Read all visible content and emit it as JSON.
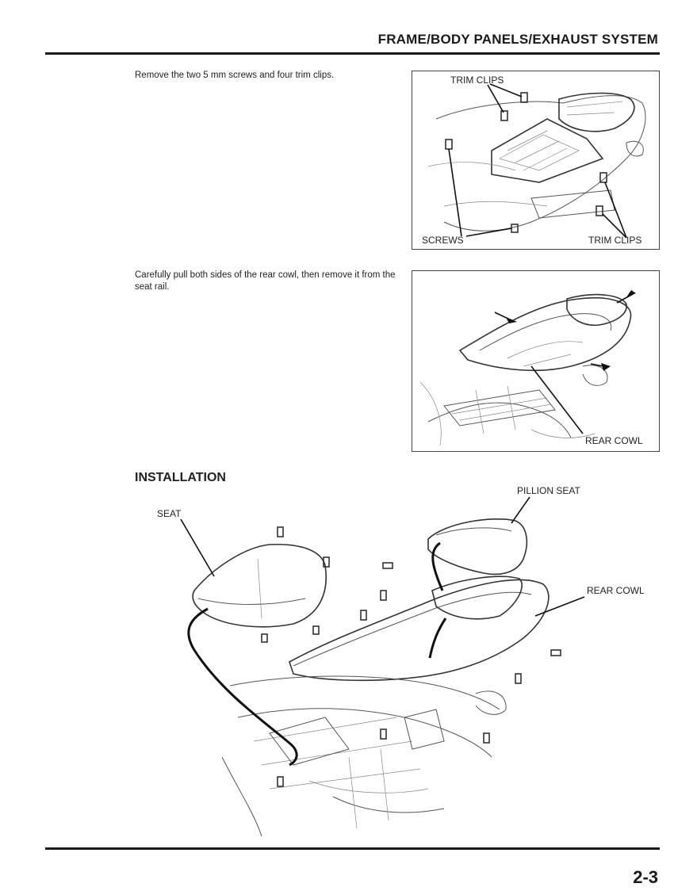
{
  "header": {
    "title": "FRAME/BODY PANELS/EXHAUST SYSTEM"
  },
  "step1": {
    "text": "Remove the two 5 mm screws and four trim clips.",
    "labels": {
      "trim_clips_top": "TRIM CLIPS",
      "screws": "SCREWS",
      "trim_clips_right": "TRIM CLIPS"
    }
  },
  "step2": {
    "text": "Carefully pull both sides of the rear cowl, then remove it from the seat rail.",
    "labels": {
      "rear_cowl": "REAR COWL"
    }
  },
  "installation": {
    "heading": "INSTALLATION",
    "labels": {
      "seat": "SEAT",
      "pillion_seat": "PILLION SEAT",
      "rear_cowl": "REAR COWL"
    }
  },
  "footer": {
    "page_number": "2-3"
  }
}
